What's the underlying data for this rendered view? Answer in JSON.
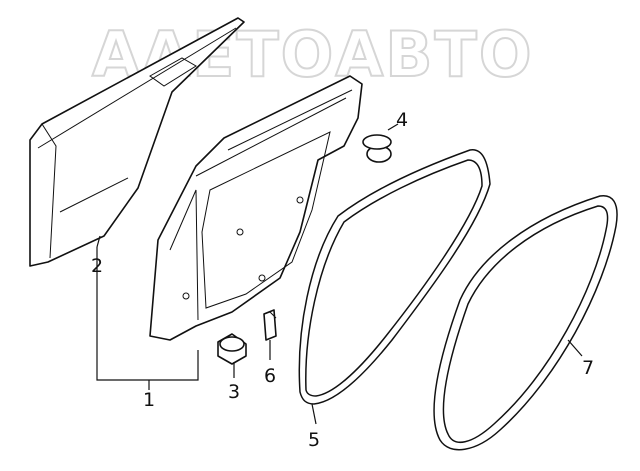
{
  "watermark": {
    "text": "AAEТОАВТО"
  },
  "callouts": [
    {
      "id": "1",
      "label": "1",
      "part": "door-assembly"
    },
    {
      "id": "2",
      "label": "2",
      "part": "outer-door-panel"
    },
    {
      "id": "3",
      "label": "3",
      "part": "bumper"
    },
    {
      "id": "4",
      "label": "4",
      "part": "plug"
    },
    {
      "id": "5",
      "label": "5",
      "part": "door-weatherstrip"
    },
    {
      "id": "6",
      "label": "6",
      "part": "clip"
    },
    {
      "id": "7",
      "label": "7",
      "part": "body-weatherstrip"
    }
  ]
}
